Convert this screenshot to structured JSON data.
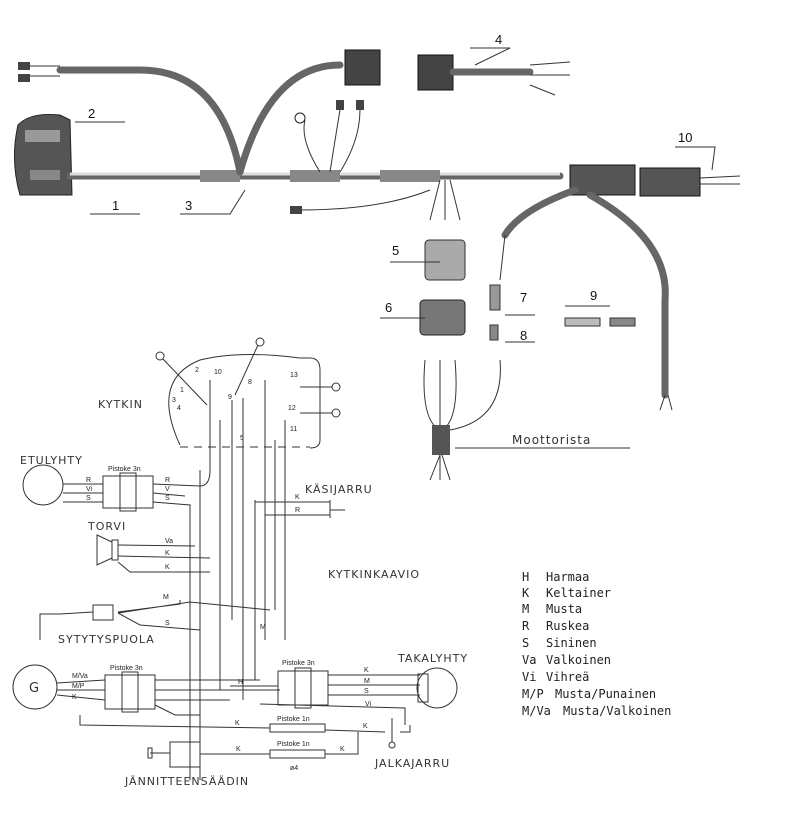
{
  "parts_photo": {
    "callouts": [
      "1",
      "2",
      "3",
      "4",
      "5",
      "6",
      "7",
      "8",
      "9",
      "10"
    ],
    "moottorista_label": "Moottorista"
  },
  "schematic": {
    "title": "KYTKINKAAVIO",
    "components": {
      "kytkin": "KYTKIN",
      "etulyhty": "ETULYHTY",
      "torvi": "TORVI",
      "kasijarru": "KÄSIJARRU",
      "sytytyspuola": "SYTYTYSPUOLA",
      "generator": "G",
      "takalyhty": "TAKALYHTY",
      "jalkajarru": "JALKAJARRU",
      "jannitteensaadin": "JÄNNITTEENSÄÄDIN"
    },
    "connectors": {
      "front": "Pistoke 3n",
      "gen": "Pistoke 3n",
      "rear": "Pistoke 3n",
      "single1": "Pistoke 1n",
      "single2": "Pistoke 1n",
      "diameter": "ø4"
    },
    "switch_terminals": [
      "1",
      "2",
      "3",
      "4",
      "5",
      "8",
      "9",
      "10",
      "11",
      "12",
      "13"
    ],
    "wire_labels": {
      "r": "R",
      "vi": "Vi",
      "s": "S",
      "v": "V",
      "va": "Va",
      "k": "K",
      "m": "M",
      "mva": "M/Va",
      "mp": "M/P",
      "h": "H",
      "vi2": "Vi"
    }
  },
  "legend": [
    {
      "code": "H",
      "name": "Harmaa"
    },
    {
      "code": "K",
      "name": "Keltainer"
    },
    {
      "code": "M",
      "name": "Musta"
    },
    {
      "code": "R",
      "name": "Ruskea"
    },
    {
      "code": "S",
      "name": "Sininen"
    },
    {
      "code": "Va",
      "name": "Valkoinen"
    },
    {
      "code": "Vi",
      "name": "Vihreä"
    },
    {
      "code": "M/P",
      "name": "Musta/Punainen"
    },
    {
      "code": "M/Va",
      "name": "Musta/Valkoinen"
    }
  ]
}
